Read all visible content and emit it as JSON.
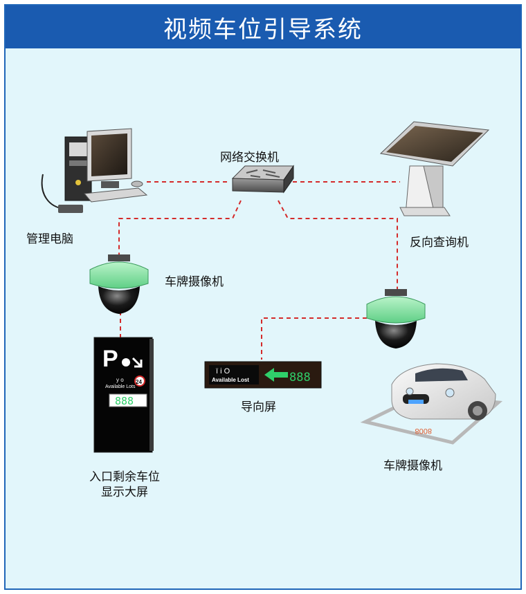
{
  "title": "视频车位引导系统",
  "nodes": {
    "management_pc": "管理电脑",
    "network_switch": "网络交换机",
    "reverse_query": "反向查询机",
    "plate_camera_1": "车牌摄像机",
    "plate_camera_2": "车牌摄像机",
    "guide_screen": "导向屏",
    "entrance_screen_line1": "入口剩余车位",
    "entrance_screen_line2": "显示大屏"
  },
  "entrance_sign": {
    "symbol": "P",
    "value": "888",
    "available_text": "Available Lots",
    "row_text": "y   o",
    "badge": "24"
  },
  "guide_sign": {
    "prefix": "ï i O",
    "available_text": "Available Lost",
    "value": "888"
  },
  "car": {
    "plate_on_floor": "8008"
  },
  "colors": {
    "title_bg": "#1a5bb0",
    "background": "#e2f6fb",
    "connector": "#d42a2a",
    "camera_green": "#86e3a3",
    "led_green": "#2fcf6a"
  }
}
